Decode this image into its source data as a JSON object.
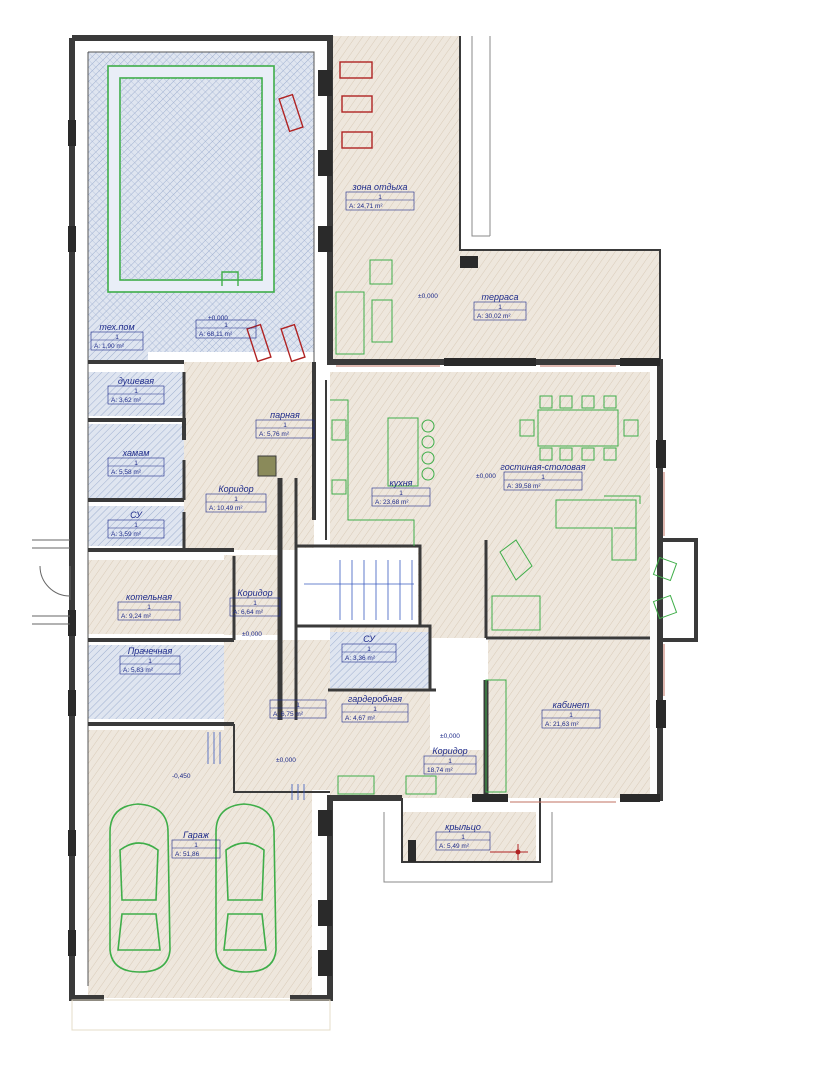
{
  "rooms": [
    {
      "id": "tech",
      "name": "тех.пом",
      "num": "1",
      "area": "A: 1,90 m²"
    },
    {
      "id": "pool",
      "name": "",
      "num": "1",
      "area": "A: 68,11 m²"
    },
    {
      "id": "shower",
      "name": "душевая",
      "num": "1",
      "area": "A: 3,62 m²"
    },
    {
      "id": "hamam",
      "name": "хамам",
      "num": "1",
      "area": "A: 5,58 m²"
    },
    {
      "id": "su1",
      "name": "СУ",
      "num": "1",
      "area": "A: 3,59 m²"
    },
    {
      "id": "sauna",
      "name": "парная",
      "num": "1",
      "area": "A: 5,76 m²"
    },
    {
      "id": "corr1",
      "name": "Коридор",
      "num": "1",
      "area": "A: 10,49 m²"
    },
    {
      "id": "rest",
      "name": "зона отдыха",
      "num": "1",
      "area": "A: 24,71 m²"
    },
    {
      "id": "terrace",
      "name": "терраса",
      "num": "1",
      "area": "A: 30,02 m²"
    },
    {
      "id": "kitchen",
      "name": "кухня",
      "num": "1",
      "area": "A: 23,68 m²"
    },
    {
      "id": "living",
      "name": "гостиная-столовая",
      "num": "1",
      "area": "A: 39,58 m²"
    },
    {
      "id": "boiler",
      "name": "котельная",
      "num": "1",
      "area": "A: 9,24 m²"
    },
    {
      "id": "corr2",
      "name": "Коридор",
      "num": "1",
      "area": "A: 6,64 m²"
    },
    {
      "id": "laundry",
      "name": "Прачечная",
      "num": "1",
      "area": "A: 5,83 m²"
    },
    {
      "id": "su2",
      "name": "СУ",
      "num": "1",
      "area": "A: 3,36 m²"
    },
    {
      "id": "hall",
      "name": "",
      "num": "1",
      "area": "A: 6,75 m²"
    },
    {
      "id": "wardrobe",
      "name": "гардеробная",
      "num": "1",
      "area": "A: 4,67 m²"
    },
    {
      "id": "corr3",
      "name": "Коридор",
      "num": "1",
      "area": "18,74 m²"
    },
    {
      "id": "study",
      "name": "кабинет",
      "num": "1",
      "area": "A: 21,63 m²"
    },
    {
      "id": "porch",
      "name": "крыльцо",
      "num": "1",
      "area": "A: 5,49 m²"
    },
    {
      "id": "garage",
      "name": "Гараж",
      "num": "1",
      "area": "A: 51,86"
    }
  ],
  "levels": {
    "pool": "±0,000",
    "rest": "±0,000",
    "living": "±0,000",
    "corr2": "±0,000",
    "corr3": "±0,000",
    "entry": "±0,000",
    "garage": "-0,450"
  },
  "colors": {
    "wall": "#3a3a3a",
    "wet_fill": "#d8e0ee",
    "dry_fill": "#ede6dc",
    "label": "#1d2a8a",
    "furniture": "#3fae49",
    "accent": "#b02323"
  }
}
